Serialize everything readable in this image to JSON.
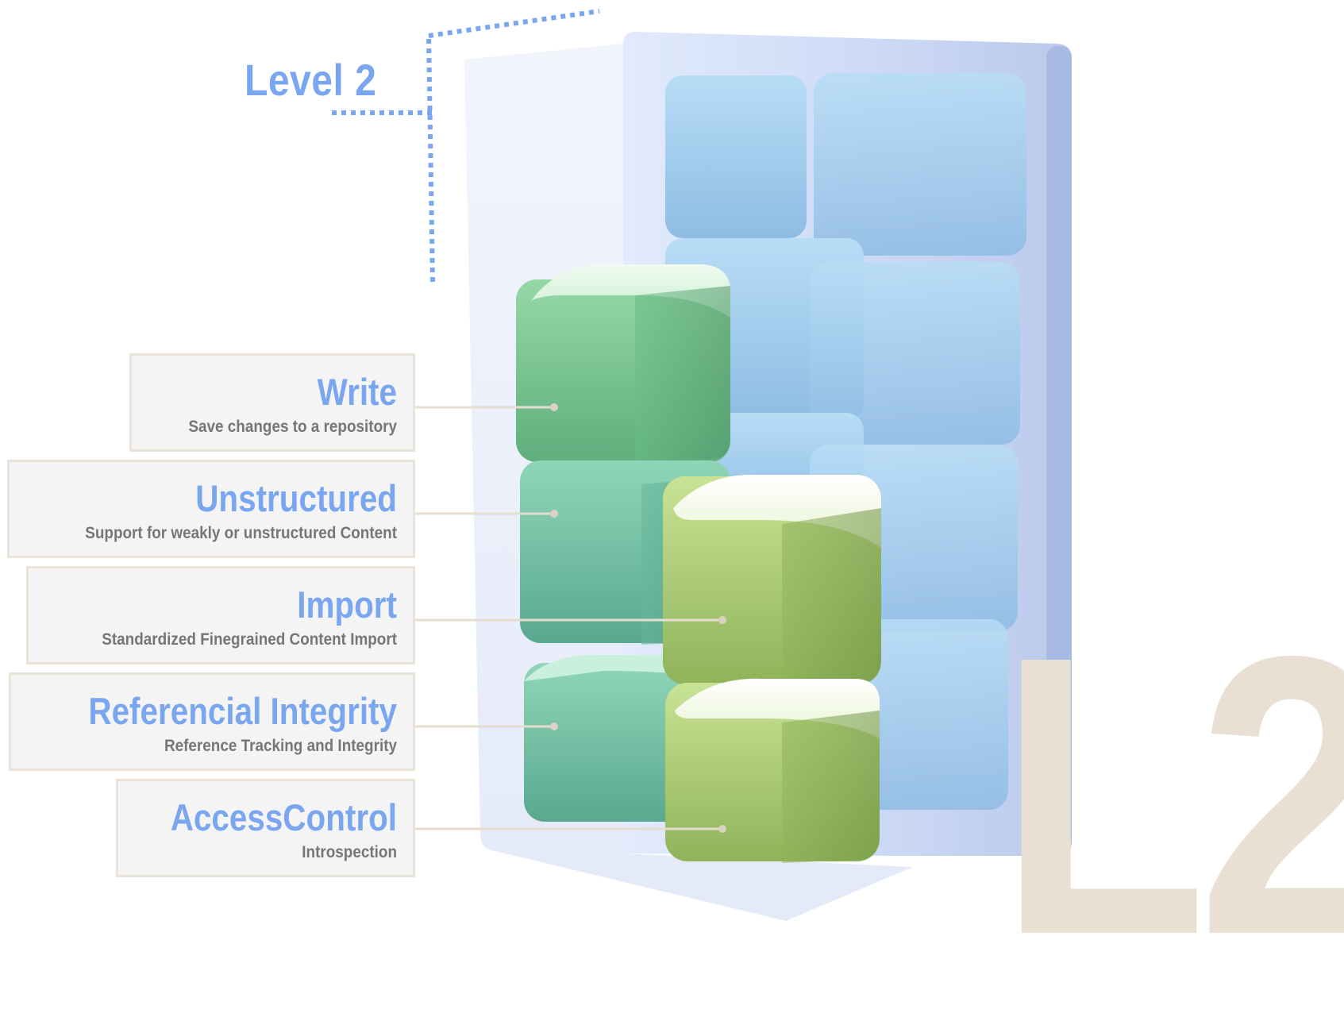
{
  "title": "Level 2",
  "mark": "L2",
  "features": [
    {
      "name": "Write",
      "description": "Save changes to a repository"
    },
    {
      "name": "Unstructured",
      "description": "Support for weakly or unstructured Content"
    },
    {
      "name": "Import",
      "description": "Standardized Finegrained Content Import"
    },
    {
      "name": "Referencial Integrity",
      "description": "Reference Tracking and Integrity"
    },
    {
      "name": "AccessControl",
      "description": "Introspection"
    }
  ],
  "colors": {
    "title": "#79a6ef",
    "mark": "#e9e0d3",
    "box_fill": "#f4f4f4",
    "box_border": "#eae3d9",
    "description": "#767676",
    "glass": "#b9cbf0",
    "cube_blue": "#a9d4f2",
    "cube_green": "#7fcf9a",
    "cube_lime": "#b9d97c"
  }
}
